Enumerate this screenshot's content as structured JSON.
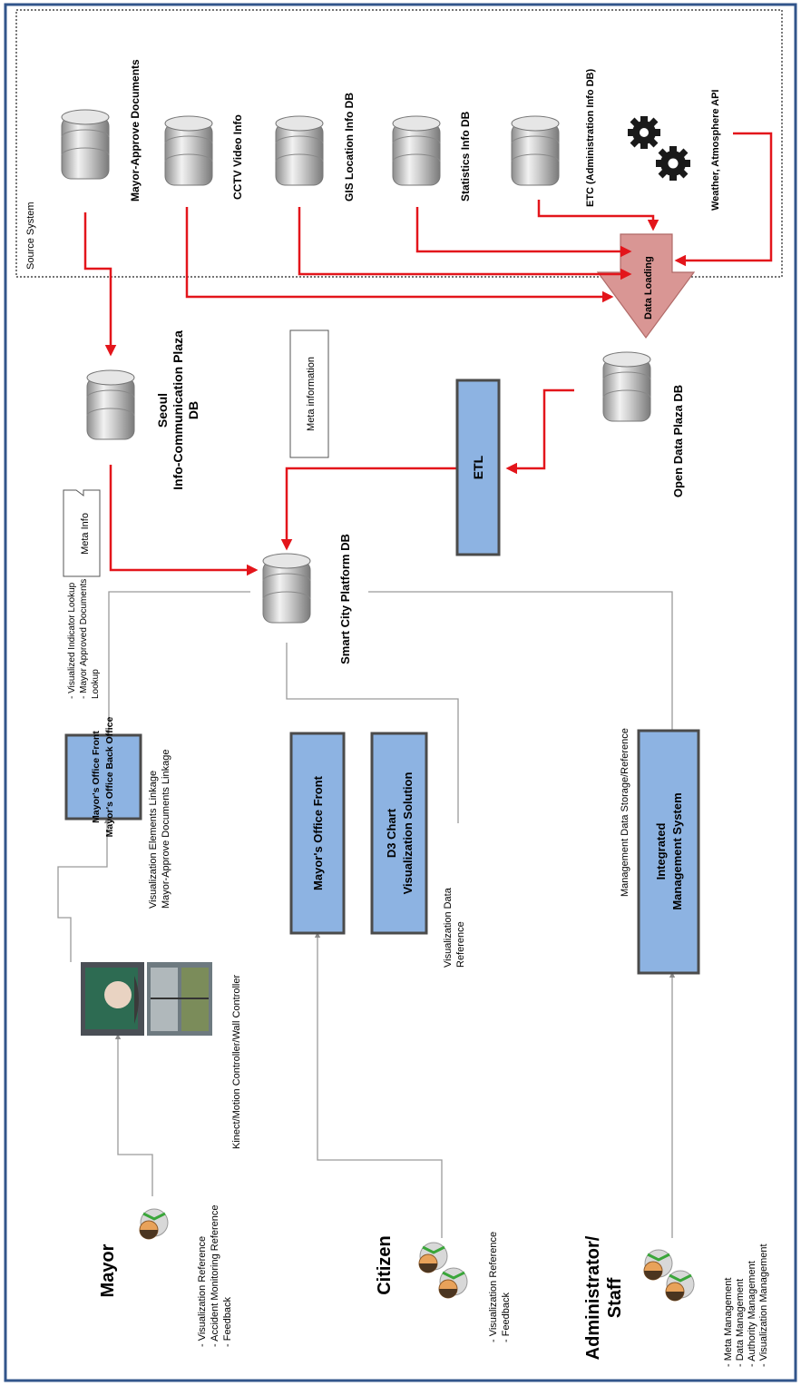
{
  "colors": {
    "frame": "#32558b",
    "arrow_red": "#e3151b",
    "connector_gray": "#9a9a9a",
    "box_fill": "#8db3e2",
    "box_border": "#4b4b4b",
    "loading_fill": "#d99694",
    "db_body": "#bfbfbf"
  },
  "source_system": {
    "label": "Source System",
    "sources": [
      {
        "label": "Mayor-Approve Documents",
        "icon": "database-icon"
      },
      {
        "label": "CCTV Video Info",
        "icon": "database-icon"
      },
      {
        "label": "GIS Location Info DB",
        "icon": "database-icon"
      },
      {
        "label": "Statistics Info DB",
        "icon": "database-icon"
      },
      {
        "label": "ETC (Administration Info DB)",
        "icon": "database-icon"
      },
      {
        "label": "Weather, Atmosphere API",
        "icon": "gears-icon"
      }
    ]
  },
  "data_loading": "Data Loading",
  "seoul_db": {
    "line1": "Seoul",
    "line2": "Info-Communication Plaza",
    "line3": "DB"
  },
  "meta_information": "Meta information",
  "open_data_db": "Open Data Plaza DB",
  "etl": "ETL",
  "meta_info_note": "Meta Info",
  "smart_city_db": "Smart City Platform DB",
  "links": {
    "lookup": [
      "- Visualized Indicator Lookup",
      "- Mayor Approved Documents",
      "  Lookup"
    ],
    "linkage": [
      "Visualization Elements Linkage",
      "Mayor-Approve Documents Linkage"
    ],
    "viz_ref": [
      "Visualization Data",
      "Reference"
    ],
    "mgmt": "Management Data Storage/Reference",
    "kinect": "Kinect/Motion Controller/Wall Controller"
  },
  "systems": {
    "mayor_office": [
      "Mayor's Office Front",
      "Mayor's Office Back Office"
    ],
    "mayor_front": "Mayor's Office Front",
    "d3": [
      "D3 Chart",
      "Visualization Solution"
    ],
    "ims": [
      "Integrated",
      "Management System"
    ]
  },
  "actors": {
    "mayor": {
      "name": "Mayor",
      "tasks": [
        "- Visualization Reference",
        "- Accident Monitoring Reference",
        "- Feedback"
      ]
    },
    "citizen": {
      "name": "Citizen",
      "tasks": [
        "- Visualization Reference",
        "- Feedback"
      ]
    },
    "admin": {
      "name_line1": "Administrator/",
      "name_line2": "Staff",
      "tasks": [
        "- Meta Management",
        "- Data Management",
        "- Authority Management",
        "- Visualization Management"
      ]
    }
  }
}
